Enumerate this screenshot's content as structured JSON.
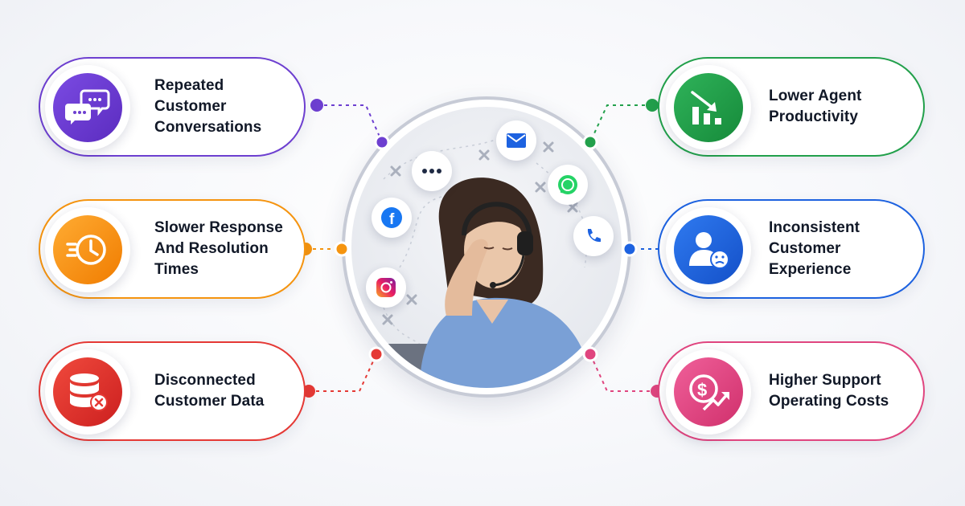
{
  "cards": [
    {
      "id": "repeated",
      "lines": [
        "Repeated",
        "Customer",
        "Conversations"
      ],
      "color": "#6d3fd0",
      "icon": "chat-bubbles-icon"
    },
    {
      "id": "slower",
      "lines": [
        "Slower Response",
        "And Resolution",
        "Times"
      ],
      "color": "#f5940f",
      "icon": "clock-speed-icon"
    },
    {
      "id": "disconnected",
      "lines": [
        "Disconnected",
        "Customer Data"
      ],
      "color": "#e53935",
      "icon": "database-error-icon"
    },
    {
      "id": "productivity",
      "lines": [
        "Lower Agent",
        "Productivity"
      ],
      "color": "#22a04b",
      "icon": "declining-chart-icon"
    },
    {
      "id": "inconsistent",
      "lines": [
        "Inconsistent",
        "Customer",
        "Experience"
      ],
      "color": "#1d62e0",
      "icon": "unhappy-user-icon"
    },
    {
      "id": "costs",
      "lines": [
        "Higher Support",
        "Operating Costs"
      ],
      "color": "#e0457f",
      "icon": "rising-cost-icon"
    }
  ],
  "center": {
    "image": "stressed-support-agent-with-headset",
    "channels": [
      "chat-icon",
      "email-icon",
      "whatsapp-icon",
      "facebook-icon",
      "phone-icon",
      "instagram-icon"
    ]
  }
}
